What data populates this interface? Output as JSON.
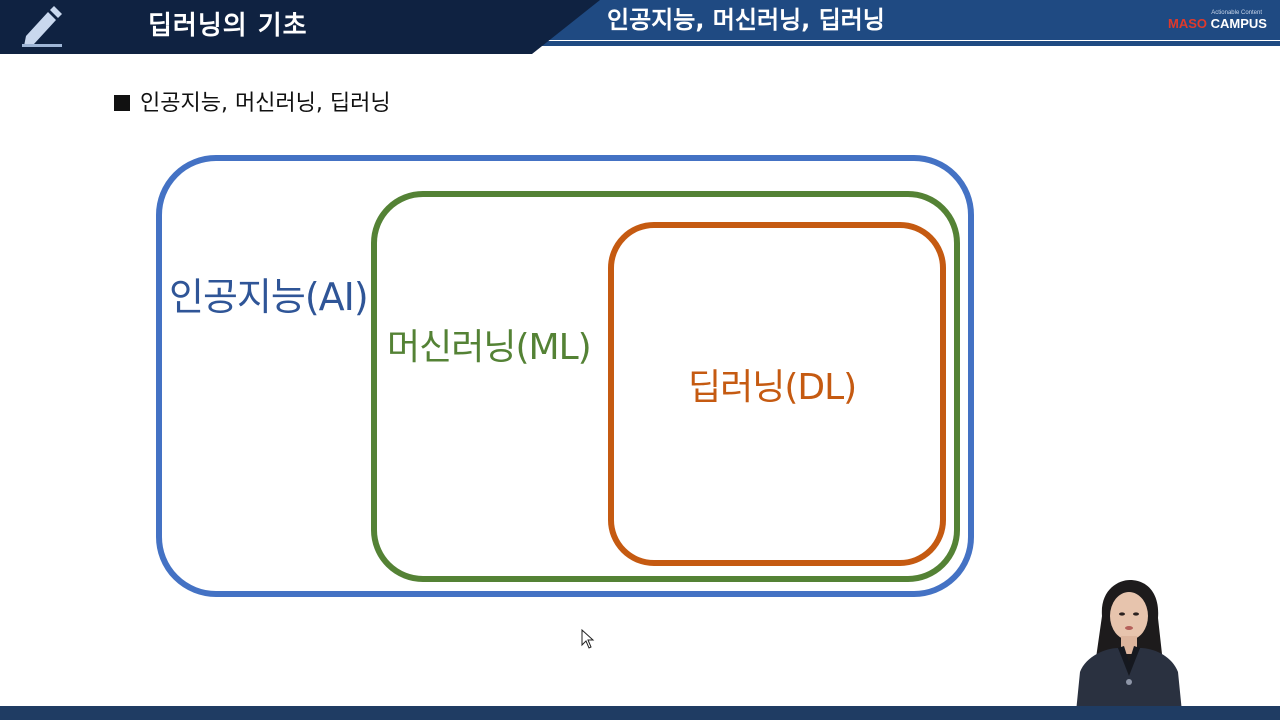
{
  "header": {
    "chapter_title": "딥러닝의 기초",
    "topic_title": "인공지능, 머신러닝, 딥러닝",
    "logo": {
      "tagline": "Actionable Content",
      "brand_accent": "MASO",
      "brand_rest": " CAMPUS",
      "accent_color": "#e0392b"
    },
    "icon": "pencil-icon"
  },
  "slide": {
    "heading": "인공지능, 머신러닝, 딥러닝",
    "diagram": {
      "outer": {
        "label": "인공지능(AI)",
        "color": "#4472c4"
      },
      "middle": {
        "label": "머신러닝(ML)",
        "color": "#548235"
      },
      "inner": {
        "label": "딥러닝(DL)",
        "color": "#c55a11"
      }
    }
  },
  "colors": {
    "header_dark": "#0f2241",
    "header_blue": "#1f4a82",
    "footer": "#1f3c63"
  }
}
